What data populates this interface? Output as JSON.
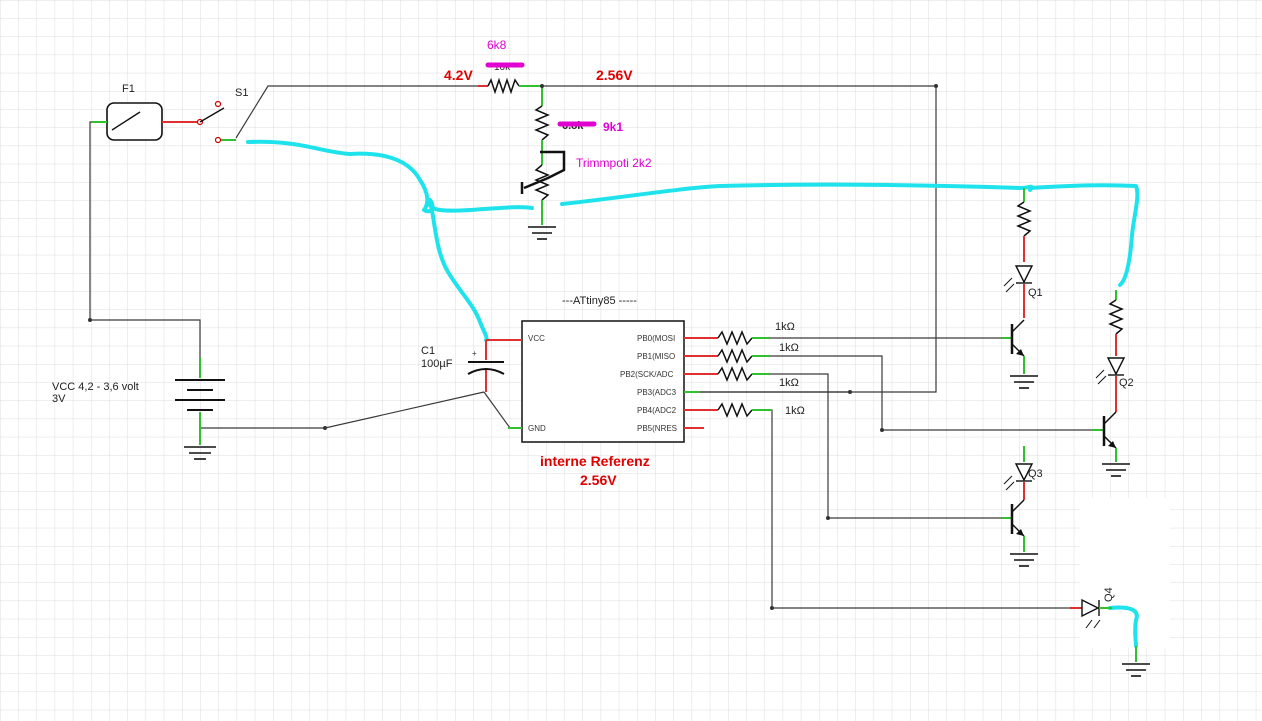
{
  "fuse": {
    "ref": "F1"
  },
  "switch": {
    "ref": "S1"
  },
  "battery": {
    "label_line1": "VCC 4,2 - 3,6 volt",
    "label_line2": "3V"
  },
  "capacitor": {
    "ref": "C1",
    "value": "100µF"
  },
  "divider": {
    "v_top": "4.2V",
    "v_mid": "2.56V",
    "r_top_new": "6k8",
    "r_top_old": "10k",
    "r_mid_new": "9k1",
    "r_mid_old": "6.8k",
    "trimmer": "Trimmpoti 2k2"
  },
  "mcu": {
    "title": "---ATtiny85 -----",
    "left_pins": [
      "VCC",
      "GND"
    ],
    "right_pins": [
      "PB0(MOSI",
      "PB1(MISO",
      "PB2(SCK/ADC",
      "PB3(ADC3",
      "PB4(ADC2",
      "PB5(NRES"
    ],
    "note_line1": "interne Referenz",
    "note_line2": "2.56V"
  },
  "resistors": {
    "r_pb0": "1kΩ",
    "r_pb1": "1kΩ",
    "r_pb2": "1kΩ",
    "r_pb4": "1kΩ"
  },
  "transistors": {
    "q1": "Q1",
    "q2": "Q2",
    "q3": "Q3",
    "q4": "Q4"
  },
  "colors": {
    "wire": "#3a3a3a",
    "cyan_wire": "#1fe3ec",
    "red_text": "#e00000",
    "magenta_text": "#e000d0",
    "pin_red": "#e03030",
    "pin_green": "#30c030"
  }
}
